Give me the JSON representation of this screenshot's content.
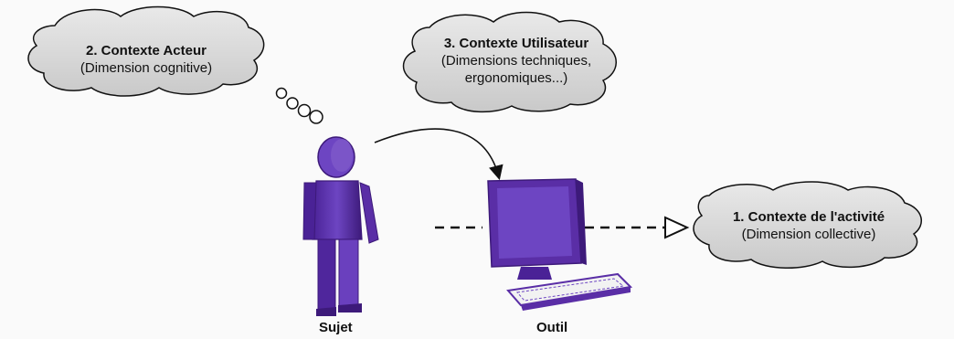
{
  "cloud_actor": {
    "title": "2. Contexte Acteur",
    "subtitle": "(Dimension cognitive)"
  },
  "cloud_user": {
    "title": "3. Contexte Utilisateur",
    "subtitle_line1": "(Dimensions techniques,",
    "subtitle_line2": "ergonomiques...)"
  },
  "cloud_activity": {
    "title": "1. Contexte de l'activité",
    "subtitle": "(Dimension collective)"
  },
  "labels": {
    "subject": "Sujet",
    "tool": "Outil"
  },
  "colors": {
    "figure": "#5a2ea6",
    "figure_dark": "#3d1a7a",
    "figure_light": "#7b55c8",
    "cloud": "#d3d3d3",
    "line": "#111111"
  },
  "icons": {
    "subject": "person-icon",
    "tool": "computer-icon"
  }
}
